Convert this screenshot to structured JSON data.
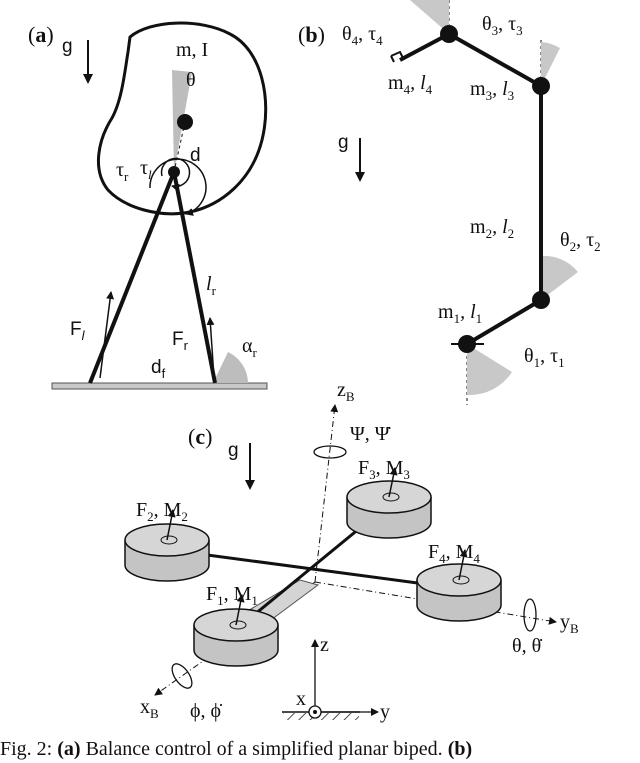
{
  "panel_a": {
    "label_open": "(",
    "label_letter": "a",
    "label_close": ")",
    "gravity": "g",
    "body_label": "m, I",
    "theta": "θ",
    "d": "d",
    "tau_r": "τ",
    "tau_r_sub": "r",
    "tau_l": "τ",
    "tau_l_sub": "l",
    "l_r": "l",
    "l_r_sub": "r",
    "F_l": "F",
    "F_l_sub": "l",
    "F_r": "F",
    "F_r_sub": "r",
    "alpha_r": "α",
    "alpha_r_sub": "r",
    "d_f": "d",
    "d_f_sub": "f"
  },
  "panel_b": {
    "label_open": "(",
    "label_letter": "b",
    "label_close": ")",
    "gravity": "g",
    "theta4_tau4": "θ",
    "theta4_sub": "4",
    "tau4_sep": ", τ",
    "tau4_sub": "4",
    "theta3_tau3": "θ",
    "theta3_sub": "3",
    "tau3_sep": ", τ",
    "tau3_sub": "3",
    "m4_l4": "m",
    "m4_sub": "4",
    "l4_sep": ", l",
    "l4_sub": "4",
    "m3_l3": "m",
    "m3_sub": "3",
    "l3_sep": ", l",
    "l3_sub": "3",
    "m2_l2": "m",
    "m2_sub": "2",
    "l2_sep": ", l",
    "l2_sub": "2",
    "theta2_tau2": "θ",
    "theta2_sub": "2",
    "tau2_sep": ", τ",
    "tau2_sub": "2",
    "m1_l1": "m",
    "m1_sub": "1",
    "l1_sep": ", l",
    "l1_sub": "1",
    "theta1_tau1": "θ",
    "theta1_sub": "1",
    "tau1_sep": ", τ",
    "tau1_sub": "1"
  },
  "panel_c": {
    "label_open": "(",
    "label_letter": "c",
    "label_close": ")",
    "gravity": "g",
    "zB": "z",
    "zB_sub": "B",
    "yaw": "Ψ, Ψ̇",
    "F3M3": "F",
    "F3_sub": "3",
    "M3_sep": ", M",
    "M3_sub": "3",
    "F2M2": "F",
    "F2_sub": "2",
    "M2_sep": ", M",
    "M2_sub": "2",
    "F4M4": "F",
    "F4_sub": "4",
    "M4_sep": ", M",
    "M4_sub": "4",
    "F1M1": "F",
    "F1_sub": "1",
    "M1_sep": ", M",
    "M1_sub": "1",
    "yB": "y",
    "yB_sub": "B",
    "pitch": "θ, θ̇",
    "xB": "x",
    "xB_sub": "B",
    "roll": "ϕ, ϕ̇",
    "z": "z",
    "x": "x",
    "y": "y"
  },
  "caption": {
    "fig": "Fig. 2:",
    "a": "(a)",
    "text": " Balance control of a simplified planar biped. ",
    "b": "(b)"
  }
}
